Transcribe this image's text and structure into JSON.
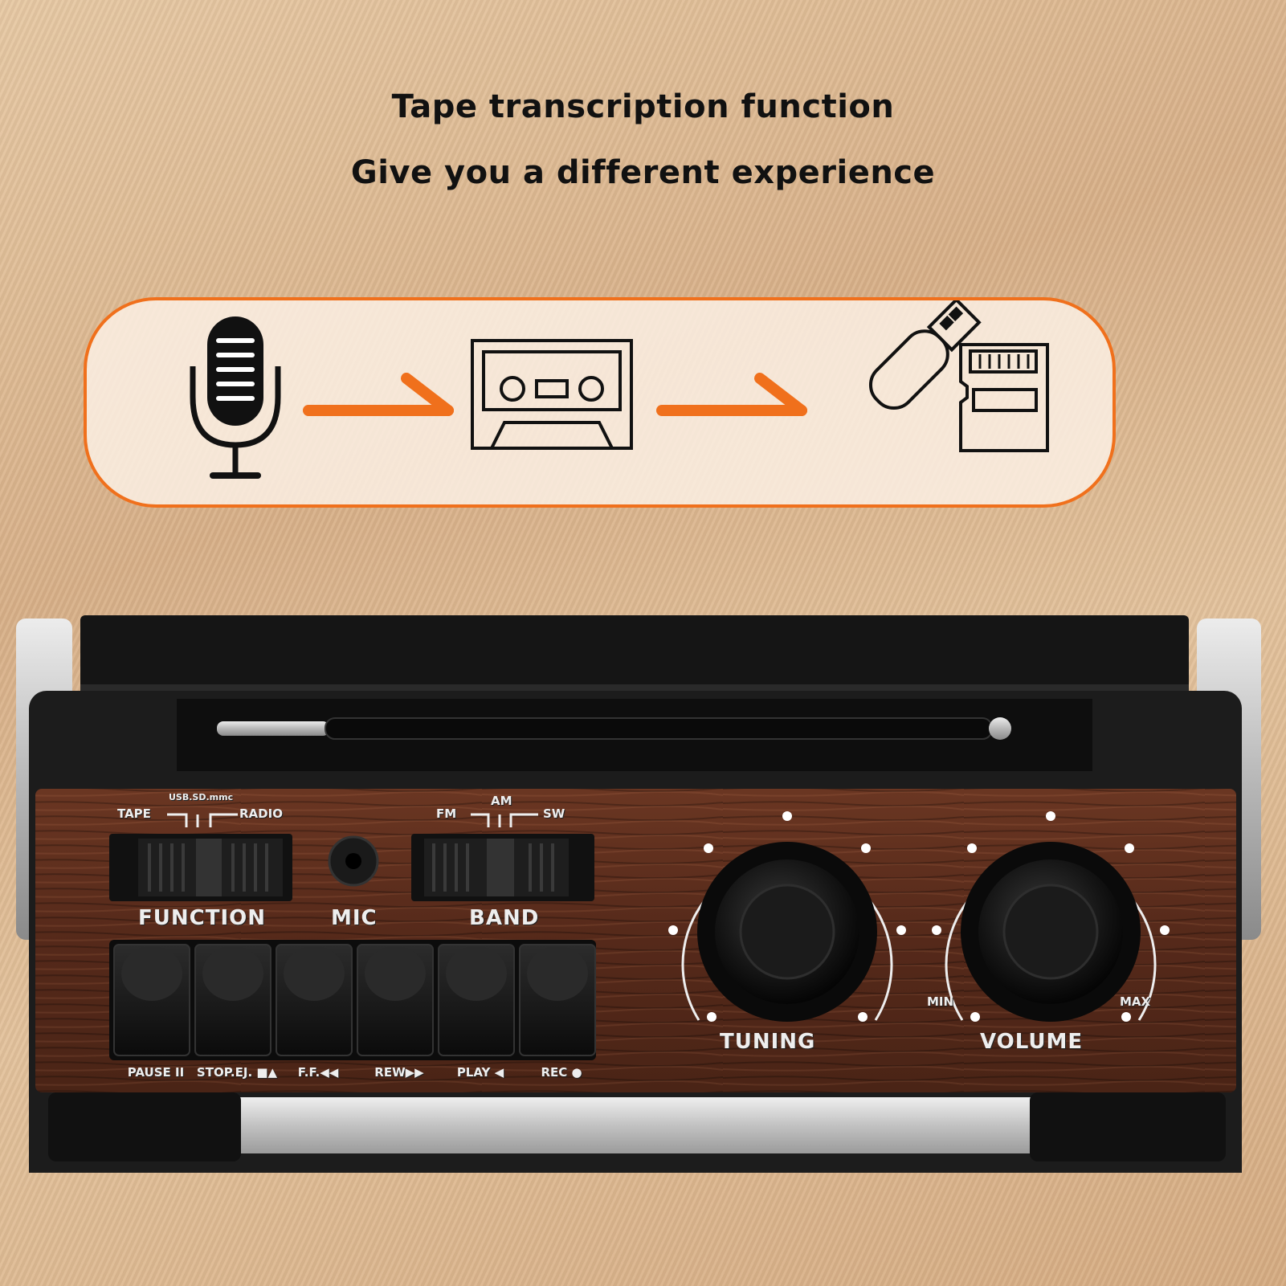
{
  "headline": {
    "line1": "Tape transcription function",
    "line2": "Give you a different experience"
  },
  "flow": {
    "steps": [
      "microphone-icon",
      "cassette-icon",
      "usb-drive-icon",
      "sd-card-icon"
    ],
    "accent": "#f0701c"
  },
  "device": {
    "function_switch": {
      "title": "FUNCTION",
      "left": "TAPE",
      "middle": "USB.SD.mmc",
      "right": "RADIO"
    },
    "mic_label": "MIC",
    "band_switch": {
      "title": "BAND",
      "left": "FM",
      "middle": "AM",
      "right": "SW"
    },
    "buttons": [
      "PAUSE II",
      "STOP.EJ. ■▲",
      "F.F.◀◀",
      "REW▶▶",
      "PLAY ◀",
      "REC ●"
    ],
    "tuning_label": "TUNING",
    "volume_label": "VOLUME",
    "volume_min": "MIN",
    "volume_max": "MAX",
    "wood_color": "#5a2e1c"
  }
}
